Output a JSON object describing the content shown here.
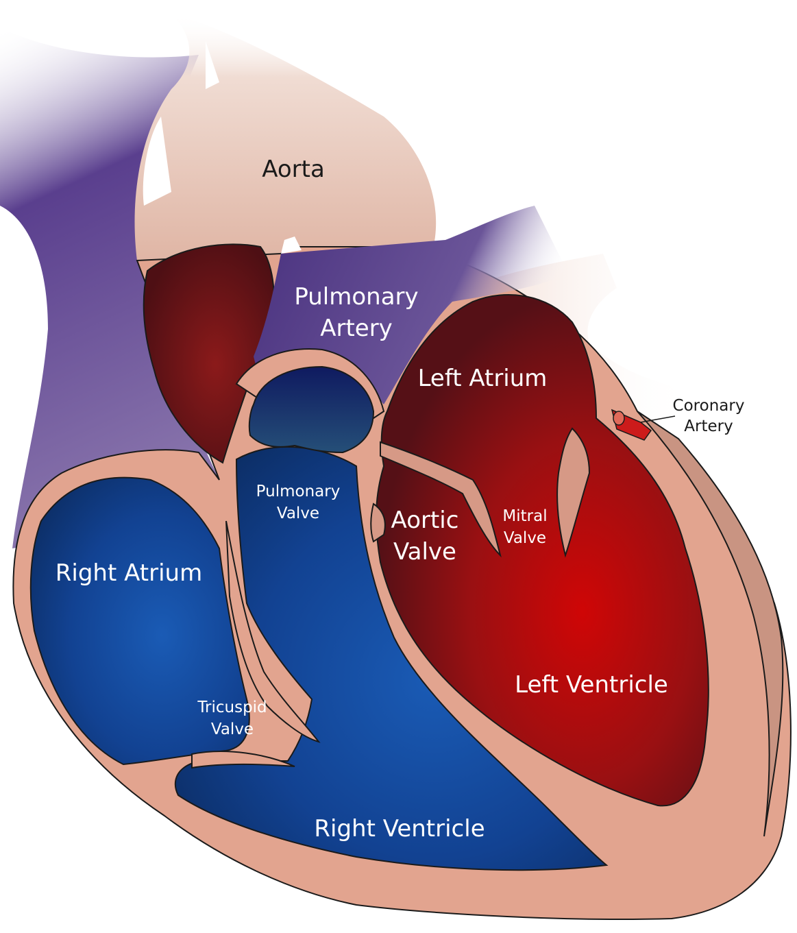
{
  "labels": {
    "aorta": "Aorta",
    "pulmonary_artery": [
      "Pulmonary",
      "Artery"
    ],
    "left_atrium": "Left Atrium",
    "coronary_artery": [
      "Coronary",
      "Artery"
    ],
    "pulmonary_valve": [
      "Pulmonary",
      "Valve"
    ],
    "aortic_valve": [
      "Aortic",
      "Valve"
    ],
    "mitral_valve": [
      "Mitral",
      "Valve"
    ],
    "right_atrium": "Right Atrium",
    "left_ventricle": "Left Ventricle",
    "tricuspid_valve": [
      "Tricuspid",
      "Valve"
    ],
    "right_ventricle": "Right Ventricle"
  },
  "colors": {
    "tissue": "#e2a48f",
    "tissue_light": "#ecc4b4",
    "oxygenated_blood": "#b81414",
    "deoxygenated_blood": "#123e86",
    "vena_cava": "#6a4f95",
    "outline": "#1a1a1a"
  }
}
